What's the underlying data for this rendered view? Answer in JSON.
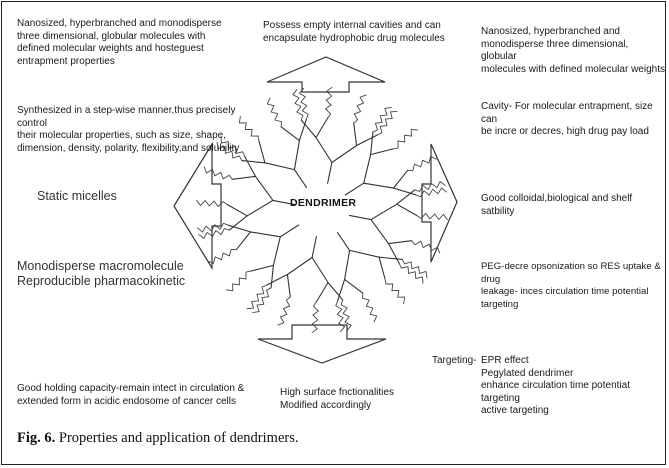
{
  "center_label": "DENDRIMER",
  "caption": {
    "prefix": "Fig. 6.",
    "text": " Properties and application of dendrimers."
  },
  "left": {
    "block1": [
      "Nanosized, hyperbranched and monodisperse",
      "three dimensional, globular molecules with",
      "defined molecular weights and hosteguest",
      "entrapment properties"
    ],
    "block2": [
      "Synthesized in a step-wise manner,thus precisely control",
      "their molecular properties, such as size, shape,",
      "dimension, density, polarity, flexibility,and solubility"
    ],
    "block3": [
      "Static micelles"
    ],
    "block4": [
      "Monodisperse macromolecule",
      "Reproducible pharmacokinetic"
    ],
    "block5": [
      "Good holding capacity-remain intect in circulation &",
      "extended form in acidic endosome of cancer cells"
    ]
  },
  "top": [
    "Possess empty internal cavities and can",
    "encapsulate hydrophobic drug molecules"
  ],
  "bottom": [
    "High surface fnctionalities",
    "Modified accordingly"
  ],
  "right": {
    "block1": [
      "Nanosized, hyperbranched and",
      "monodisperse three dimensional, globular",
      "molecules with defined molecular weights"
    ],
    "block2": [
      "Cavity- For molecular entrapment, size can",
      "be incre or decres, high drug pay load"
    ],
    "block3": [
      "Good colloidal,biological and shelf satbility"
    ],
    "block4": [
      "PEG-decre opsonization  so RES uptake & drug",
      "leakage- inces circulation time potential targeting"
    ],
    "targeting_label": "Targeting-",
    "block5": [
      "EPR effect",
      "Pegylated dendrimer",
      "enhance circulation time potentiat targeting",
      "active targeting"
    ]
  }
}
